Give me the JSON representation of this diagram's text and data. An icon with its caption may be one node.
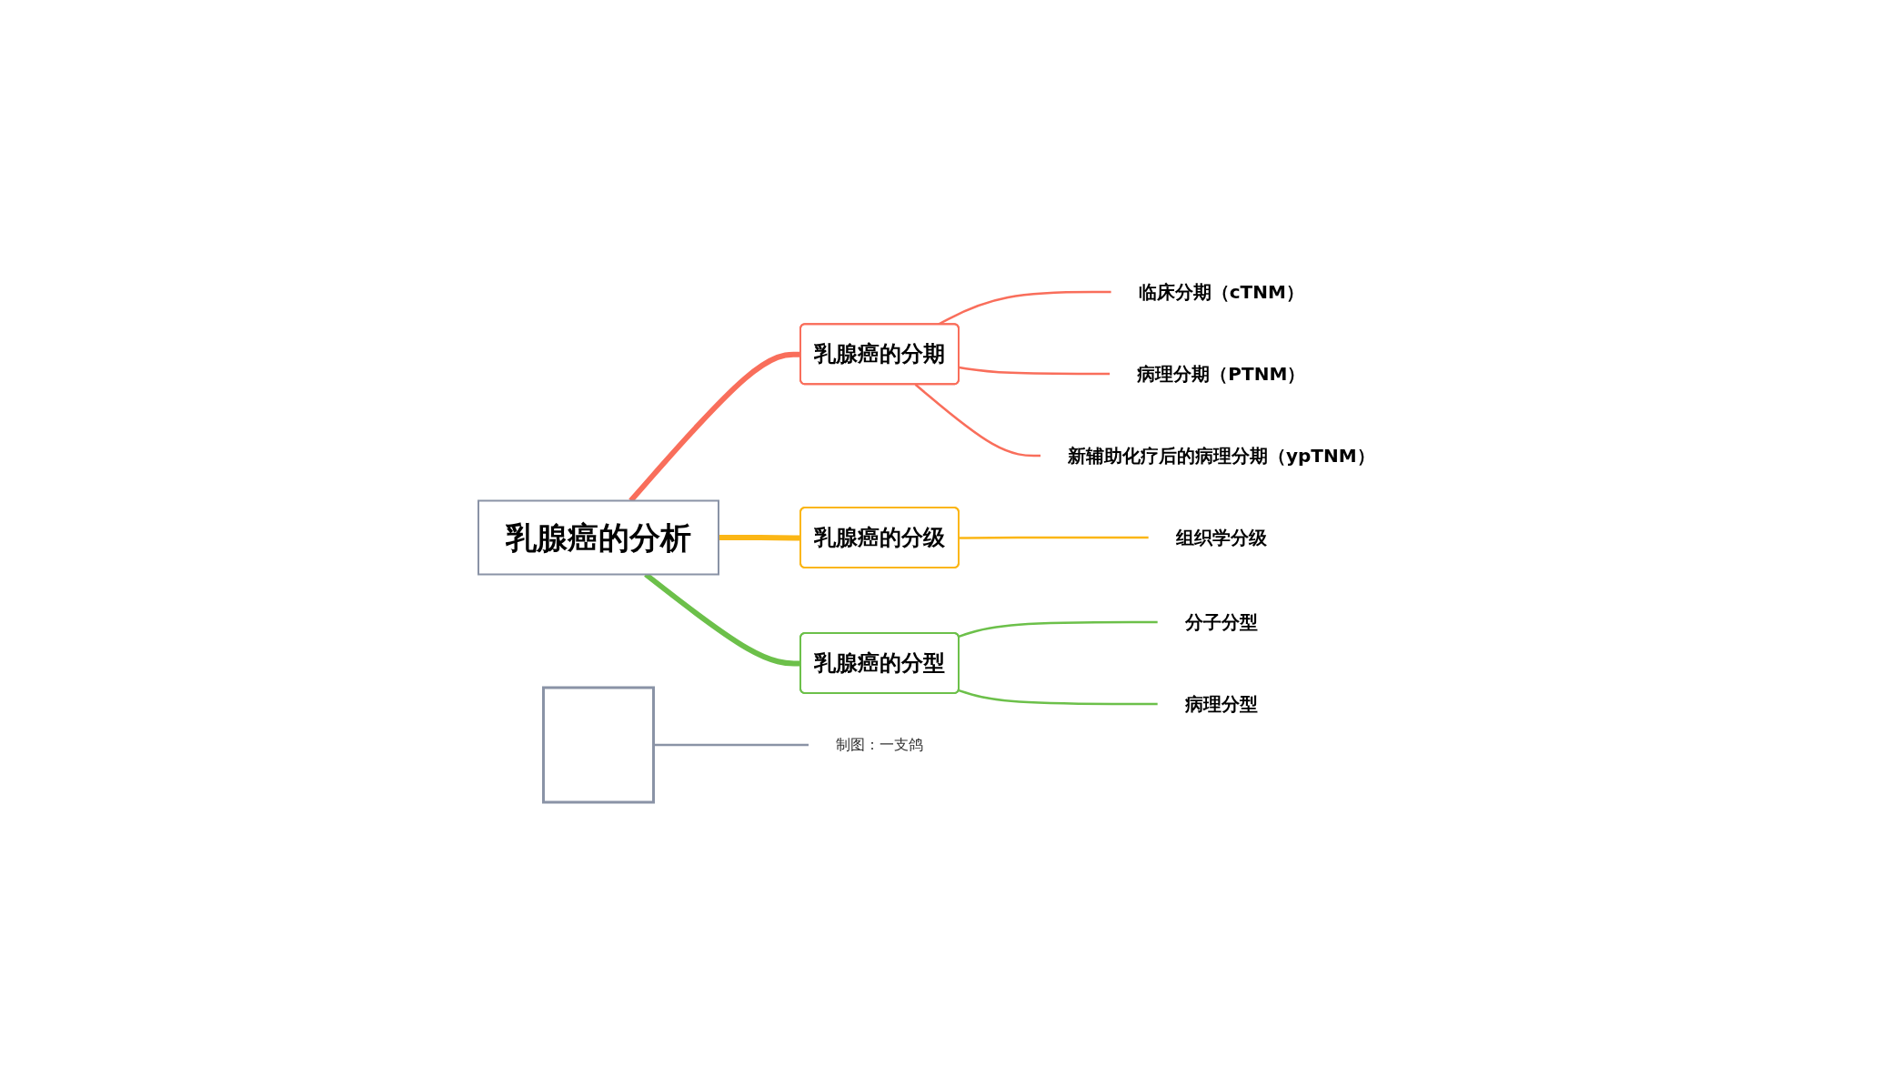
{
  "diagram": {
    "nodes": [
      {
        "text": [
          "乳腺癌的分析"
        ]
      },
      {
        "text": [
          "乳腺癌的分期"
        ]
      },
      {
        "text": [
          "临床分期（cTNM）"
        ]
      },
      {
        "text": [
          "病理分期（PTNM）"
        ]
      },
      {
        "text": [
          "新辅助化疗后的病理分期（ypTNM）"
        ]
      },
      {
        "text": [
          "乳腺癌的分级"
        ]
      },
      {
        "text": [
          "组织学分级"
        ]
      },
      {
        "text": [
          "乳腺癌的分型"
        ]
      },
      {
        "text": [
          "分子分型"
        ]
      },
      {
        "text": [
          "病理分型"
        ]
      },
      {
        "text": [],
        "shape": "box"
      },
      {
        "text": [
          "制图：一支鸽"
        ]
      }
    ],
    "edges": [
      {
        "from": 0,
        "to": 1,
        "arrow": "none",
        "style": "thick",
        "color": "#f96e5b"
      },
      {
        "from": 1,
        "to": 2,
        "arrow": "none",
        "color": "#f96e5b"
      },
      {
        "from": 1,
        "to": 3,
        "arrow": "none",
        "color": "#f96e5b"
      },
      {
        "from": 1,
        "to": 4,
        "arrow": "none",
        "color": "#f96e5b"
      },
      {
        "from": 0,
        "to": 5,
        "arrow": "none",
        "style": "thick",
        "color": "#fbb615"
      },
      {
        "from": 5,
        "to": 6,
        "arrow": "none",
        "color": "#fbb615"
      },
      {
        "from": 0,
        "to": 7,
        "arrow": "none",
        "style": "thick",
        "color": "#6cc04a"
      },
      {
        "from": 7,
        "to": 8,
        "arrow": "none",
        "color": "#6cc04a"
      },
      {
        "from": 7,
        "to": 9,
        "arrow": "none",
        "color": "#6cc04a"
      },
      {
        "from": 10,
        "to": 11,
        "arrow": "none",
        "color": "#8a93a6"
      }
    ]
  }
}
